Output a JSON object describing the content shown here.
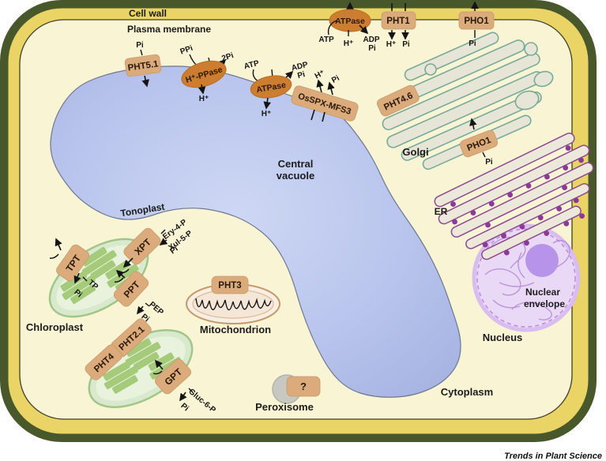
{
  "credit": "Trends in Plant Science",
  "labels": {
    "cell_wall": "Cell wall",
    "plasma_membrane": "Plasma membrane",
    "tonoplast": "Tonoplast",
    "central_vacuole_line1": "Central",
    "central_vacuole_line2": "vacuole",
    "cytoplasm": "Cytoplasm",
    "golgi": "Golgi",
    "er": "ER",
    "nuclear_envelope_line1": "Nuclear",
    "nuclear_envelope_line2": "envelope",
    "nucleus": "Nucleus",
    "chloroplast": "Chloroplast",
    "mitochondrion": "Mitochondrion",
    "peroxisome": "Peroxisome"
  },
  "transporters": {
    "pm_atpase": "ATPase",
    "pht1": "PHT1",
    "pho1_pm": "PHO1",
    "pht5_1": "PHT5.1",
    "h_ppase": "H⁺-PPase",
    "v_atpase": "ATPase",
    "osspx_mfs3": "OsSPX-MFS3",
    "pht4_6": "PHT4.6",
    "pho1_golgi": "PHO1",
    "xpt": "XPT",
    "tpt": "TPT",
    "ppt": "PPT",
    "pht2_1": "PHT2.1",
    "pht4": "PHT4",
    "gpt": "GPT",
    "pht3": "PHT3",
    "peroxisome_transporter": "?"
  },
  "metabolites": {
    "pi": "Pi",
    "ppi": "PPi",
    "two_pi": "2Pi",
    "atp": "ATP",
    "adp": "ADP",
    "h": "H⁺",
    "tp": "TP",
    "pep": "PEP",
    "ery_4_p": "Ery-4-P",
    "xul_5_p": "Xul-5-P",
    "gluc_6_p": "Gluc-6-P"
  },
  "colors": {
    "cell_wall_green": "#49582b",
    "wall_yellow": "#e9d465",
    "cytoplasm": "#f9f4d4",
    "vacuole_blue": "#b9c5ed",
    "transporter_tan": "#dcab7b",
    "pump_orange": "#cc7d30",
    "golgi_teal": "#78aa9a",
    "er_purple": "#8d4890",
    "nucleus_purple": "#e9d8f5",
    "chloroplast_green": "#a4ca7a",
    "mitochondrion_brown": "#c7986a"
  }
}
